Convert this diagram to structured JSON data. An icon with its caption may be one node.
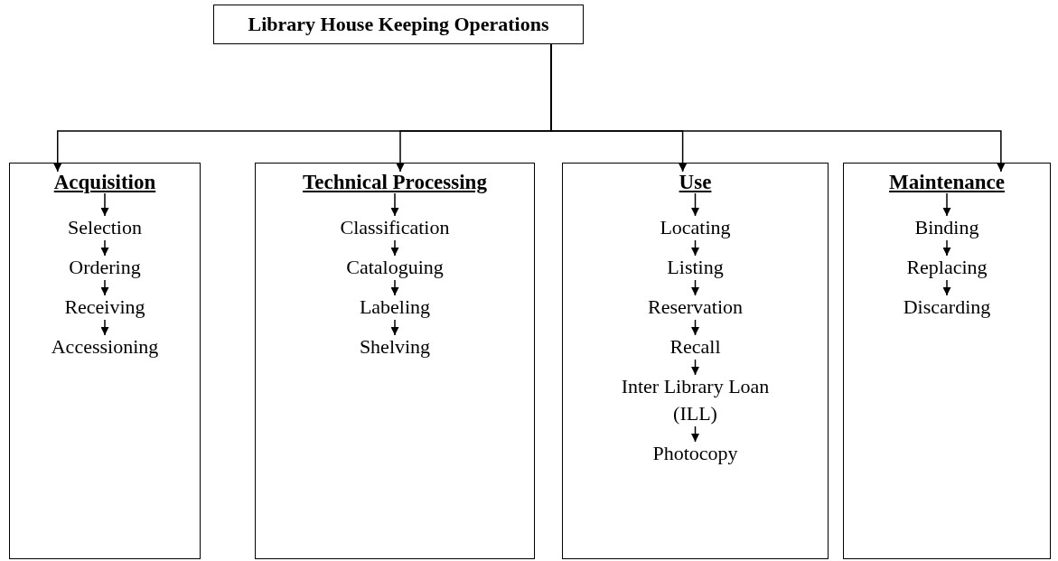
{
  "diagram": {
    "nodes": [
      {
        "text": [
          "Library House Keeping Operations"
        ]
      },
      {
        "text": [],
        "shape": "box"
      },
      {
        "text": [
          "Acquisition"
        ],
        "in": 1
      },
      {
        "text": [
          "Selection"
        ],
        "in": 1
      },
      {
        "text": [
          "Ordering"
        ],
        "in": 1
      },
      {
        "text": [
          "Receiving"
        ],
        "in": 1
      },
      {
        "text": [
          "Accessioning"
        ],
        "in": 1
      },
      {
        "text": [],
        "shape": "box"
      },
      {
        "text": [
          "Technical Processing"
        ],
        "in": 7
      },
      {
        "text": [
          "Classification"
        ],
        "in": 7
      },
      {
        "text": [
          "Cataloguing"
        ],
        "in": 7
      },
      {
        "text": [
          "Labeling"
        ],
        "in": 7
      },
      {
        "text": [
          "Shelving"
        ],
        "in": 7
      },
      {
        "text": [],
        "shape": "box"
      },
      {
        "text": [
          "Use"
        ],
        "in": 13
      },
      {
        "text": [
          "Locating"
        ],
        "in": 13
      },
      {
        "text": [
          "Listing"
        ],
        "in": 13
      },
      {
        "text": [
          "Reservation"
        ],
        "in": 13
      },
      {
        "text": [
          "Recall"
        ],
        "in": 13
      },
      {
        "text": [
          "Inter Library Loan (ILL)"
        ],
        "in": 13
      },
      {
        "text": [
          "Photocopy"
        ],
        "in": 13
      },
      {
        "text": [],
        "shape": "box"
      },
      {
        "text": [
          "Maintenance"
        ],
        "in": 21
      },
      {
        "text": [
          "Binding"
        ],
        "in": 21
      },
      {
        "text": [
          "Replacing"
        ],
        "in": 21
      },
      {
        "text": [
          "Discarding"
        ],
        "in": 21
      }
    ],
    "edges": [
      {
        "from": 0,
        "to": 2,
        "arrow": "to"
      },
      {
        "from": 0,
        "to": 8,
        "arrow": "to"
      },
      {
        "from": 0,
        "to": 14,
        "arrow": "to"
      },
      {
        "from": 0,
        "to": 22,
        "arrow": "to"
      },
      {
        "from": 2,
        "to": 3,
        "arrow": "to"
      },
      {
        "from": 3,
        "to": 4,
        "arrow": "to"
      },
      {
        "from": 4,
        "to": 5,
        "arrow": "to"
      },
      {
        "from": 5,
        "to": 6,
        "arrow": "to"
      },
      {
        "from": 8,
        "to": 9,
        "arrow": "to"
      },
      {
        "from": 9,
        "to": 10,
        "arrow": "to"
      },
      {
        "from": 10,
        "to": 11,
        "arrow": "to"
      },
      {
        "from": 11,
        "to": 12,
        "arrow": "to"
      },
      {
        "from": 14,
        "to": 15,
        "arrow": "to"
      },
      {
        "from": 15,
        "to": 16,
        "arrow": "to"
      },
      {
        "from": 16,
        "to": 17,
        "arrow": "to"
      },
      {
        "from": 17,
        "to": 18,
        "arrow": "to"
      },
      {
        "from": 18,
        "to": 19,
        "arrow": "to"
      },
      {
        "from": 19,
        "to": 20,
        "arrow": "to"
      },
      {
        "from": 22,
        "to": 23,
        "arrow": "to"
      },
      {
        "from": 23,
        "to": 24,
        "arrow": "to"
      },
      {
        "from": 24,
        "to": 25,
        "arrow": "to"
      }
    ]
  }
}
